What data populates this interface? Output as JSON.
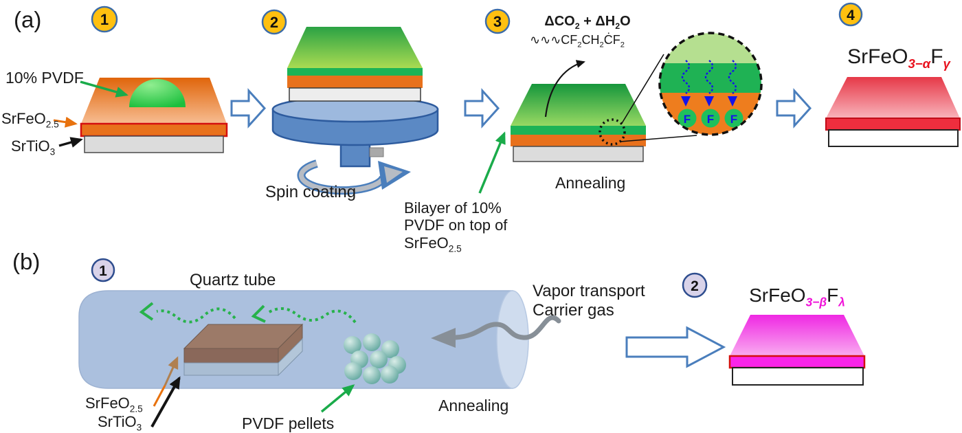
{
  "panel_a": {
    "label": "(a)",
    "badges": [
      "1",
      "2",
      "3",
      "4"
    ],
    "labels": {
      "pvdf": "10% PVDF",
      "srfeo25": [
        {
          "t": "SrFeO"
        },
        {
          "t": "2.5",
          "sub": true
        }
      ],
      "srtio3": [
        {
          "t": "SrTiO"
        },
        {
          "t": "3",
          "sub": true
        }
      ],
      "spin_coating": "Spin coating",
      "annealing": "Annealing",
      "co2_h2o": [
        {
          "t": "ΔCO"
        },
        {
          "t": "2",
          "sub": true
        },
        {
          "t": " + ΔH"
        },
        {
          "t": "2",
          "sub": true
        },
        {
          "t": "O"
        }
      ],
      "pvdf_radical": [
        {
          "t": "∿∿∿"
        },
        {
          "t": "CF"
        },
        {
          "t": "2",
          "sub": true
        },
        {
          "t": "CH"
        },
        {
          "t": "2",
          "sub": true
        },
        {
          "t": "Ċ"
        },
        {
          "t": "F"
        },
        {
          "t": "2",
          "sub": true
        }
      ],
      "bilayer_line1": "Bilayer of 10%",
      "bilayer_line2": "PVDF on top of",
      "bilayer_line3": [
        {
          "t": "SrFeO"
        },
        {
          "t": "2.5",
          "sub": true
        }
      ],
      "f_atoms": [
        "F",
        "F",
        "F"
      ],
      "product": [
        {
          "t": "SrFeO"
        },
        {
          "t": "3−α",
          "sub": true,
          "color": "#e8111d",
          "b": true,
          "i": true
        },
        {
          "t": "F"
        },
        {
          "t": "γ",
          "sub": true,
          "color": "#e8111d",
          "b": true,
          "i": true
        }
      ]
    }
  },
  "panel_b": {
    "label": "(b)",
    "badges": [
      "1",
      "2"
    ],
    "labels": {
      "quartz_tube": "Quartz tube",
      "vapor_line1": "Vapor transport",
      "vapor_line2": "Carrier gas",
      "annealing": "Annealing",
      "pvdf_pellets": "PVDF pellets",
      "srfeo25": [
        {
          "t": "SrFeO"
        },
        {
          "t": "2.5",
          "sub": true
        }
      ],
      "srtio3": [
        {
          "t": "SrTiO"
        },
        {
          "t": "3",
          "sub": true
        }
      ],
      "product": [
        {
          "t": "SrFeO"
        },
        {
          "t": "3−β",
          "sub": true,
          "color": "#f012d8",
          "b": true,
          "i": true
        },
        {
          "t": "F"
        },
        {
          "t": "λ",
          "sub": true,
          "color": "#f012d8",
          "b": true,
          "i": true
        }
      ]
    }
  },
  "colors": {
    "pvdf_green": "#1dbf3e",
    "srfeo_orange": "#e8711c",
    "substrate_gray": "#dcdcdc",
    "badge_a_fill": "#ffc010",
    "badge_b_fill": "#d9d3e9",
    "process_arrow_outline": "#4a7ebc",
    "fluorine_blue": "#1313ea",
    "product_a_red": "#e8111d",
    "product_b_magenta": "#f012d8",
    "tube_blue": "#abc0de",
    "pellet_teal": "#4e9c93",
    "sample_brown": "#9c7a68"
  }
}
